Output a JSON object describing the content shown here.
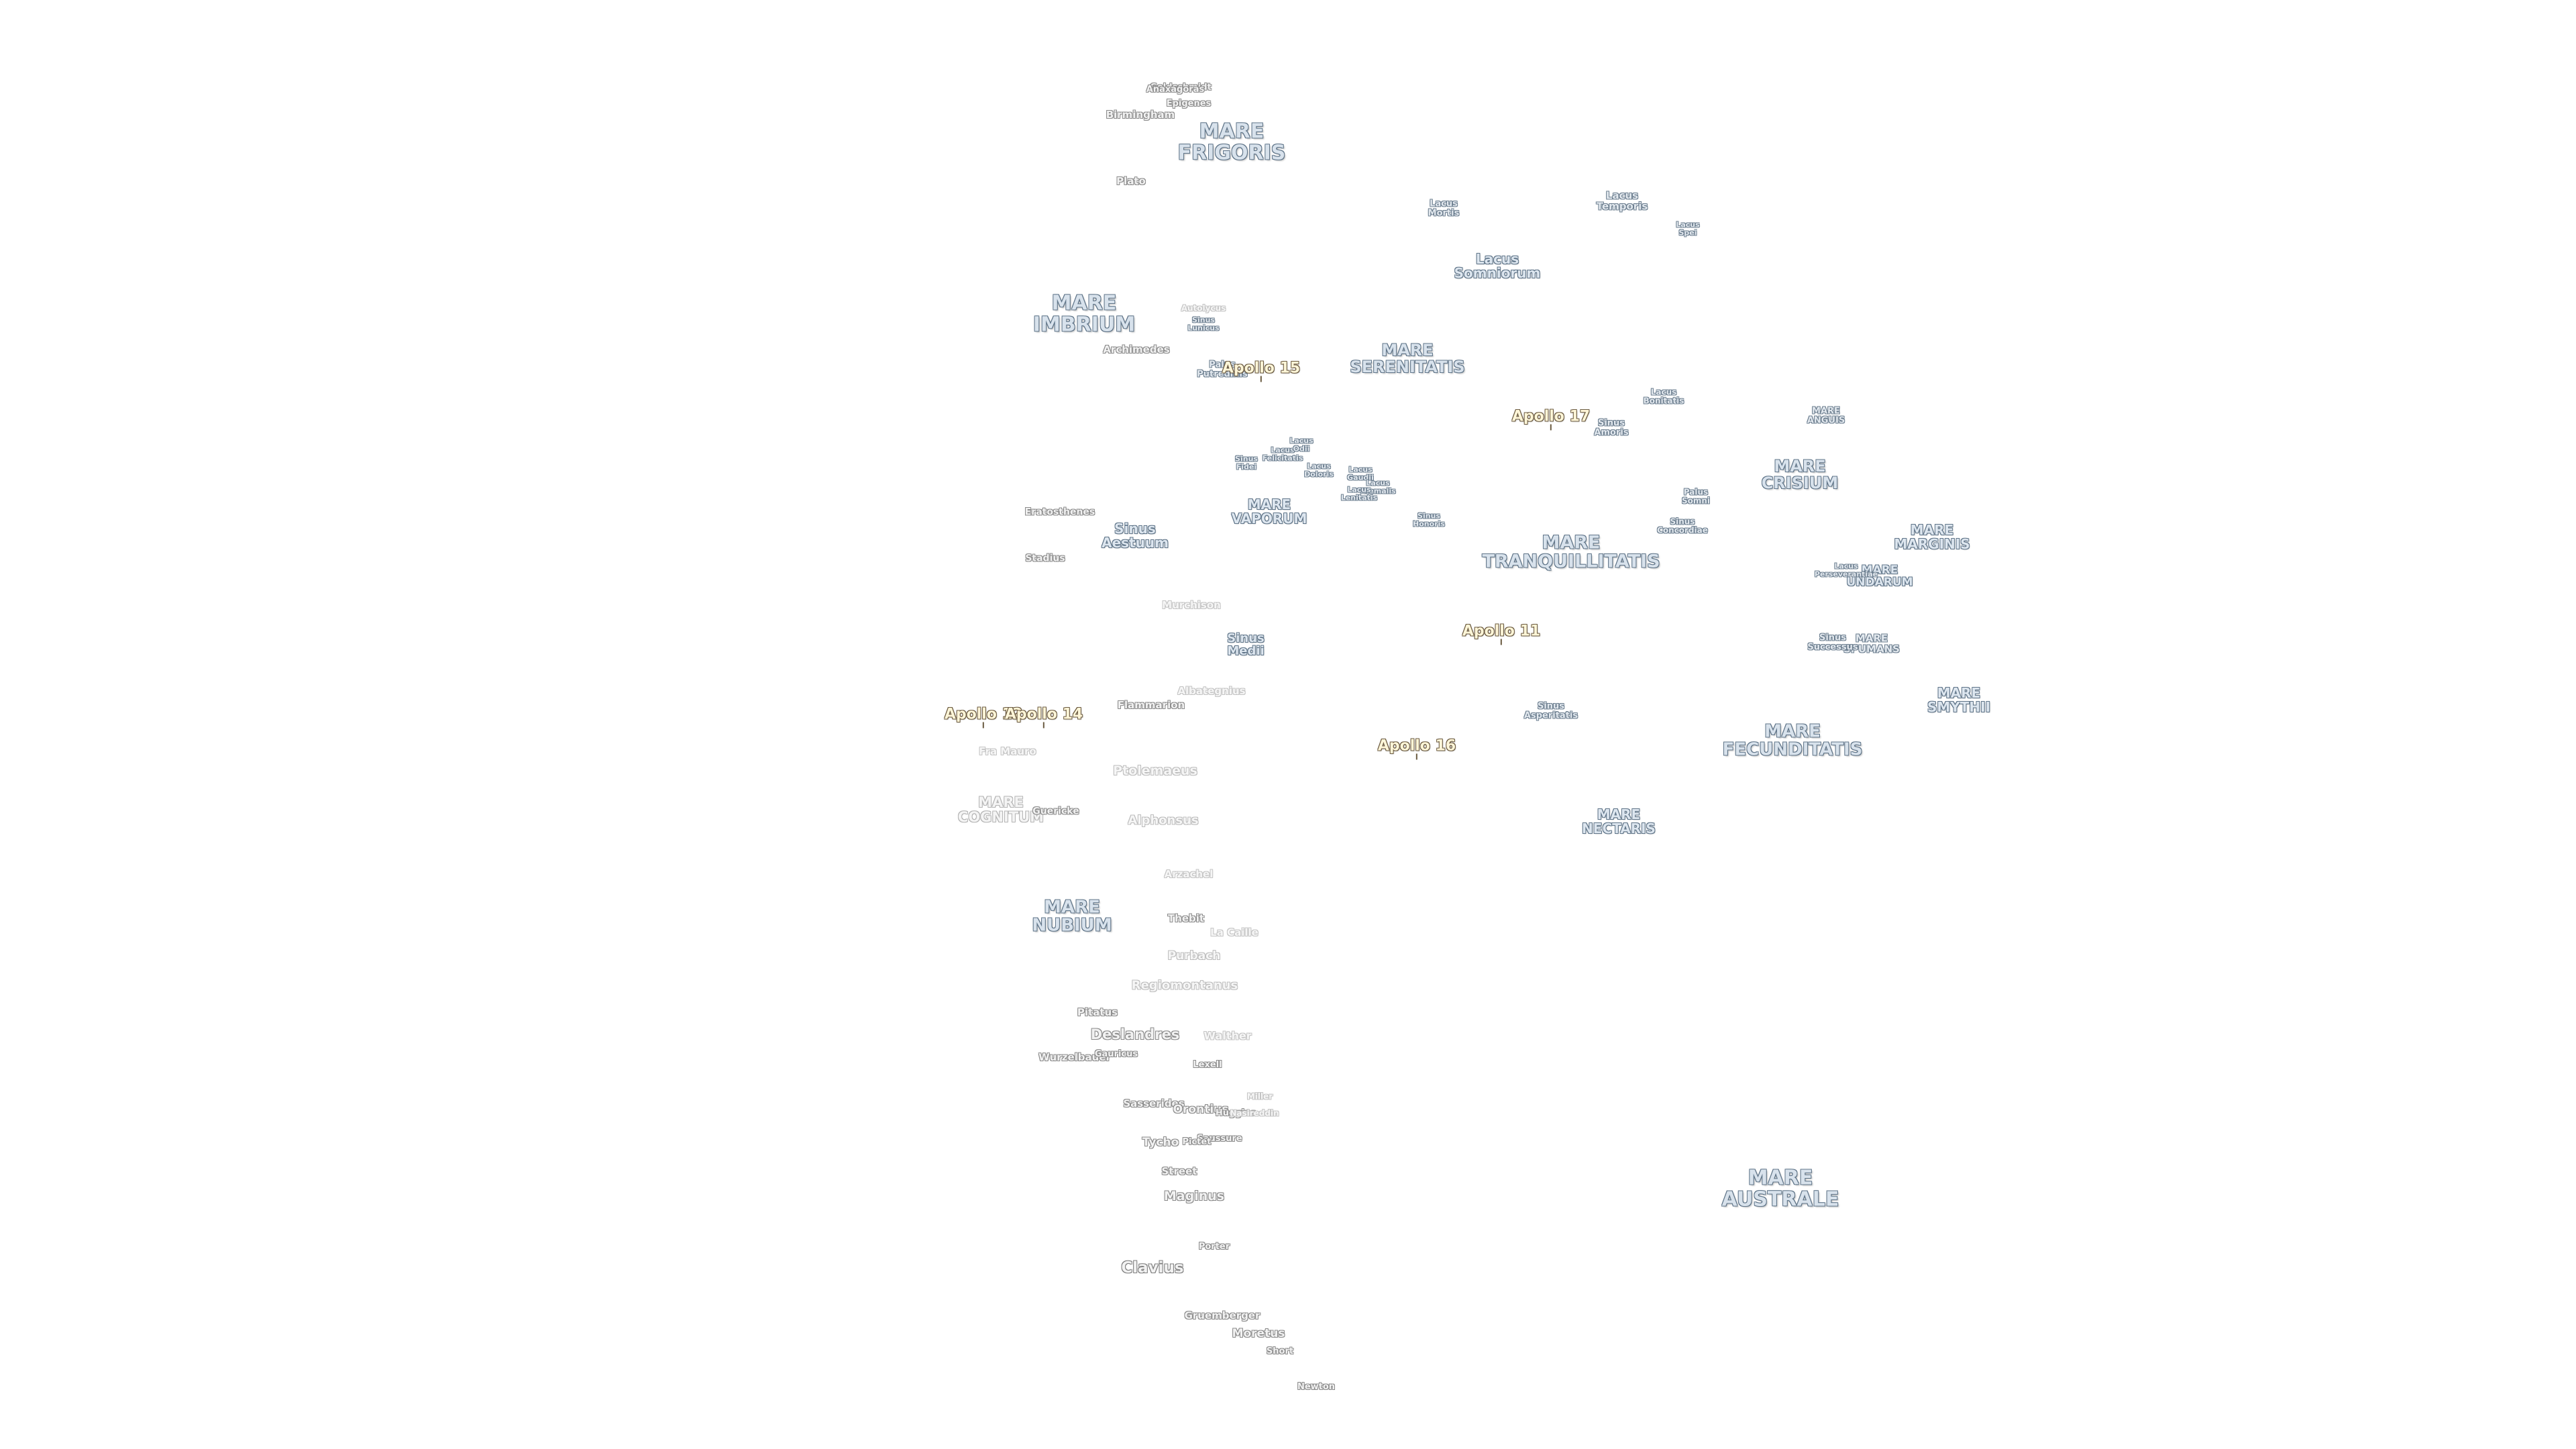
{
  "map": {
    "maria": {
      "frigoris": [
        "MARE",
        "FRIGORIS"
      ],
      "imbrium": [
        "MARE",
        "IMBRIUM"
      ],
      "serenitatis": [
        "MARE",
        "SERENITATIS"
      ],
      "vaporum": [
        "MARE",
        "VAPORUM"
      ],
      "tranquillitatis": [
        "MARE",
        "TRANQUILLITATIS"
      ],
      "crisium": [
        "MARE",
        "CRISIUM"
      ],
      "anguis": [
        "MARE",
        "ANGUIS"
      ],
      "marginis": [
        "MARE",
        "MARGINIS"
      ],
      "undarum": [
        "MARE",
        "UNDARUM"
      ],
      "spumans": [
        "MARE",
        "SPUMANS"
      ],
      "smythii": [
        "MARE",
        "SMYTHII"
      ],
      "fecunditatis": [
        "MARE",
        "FECUNDITATIS"
      ],
      "nectaris": [
        "MARE",
        "NECTARIS"
      ],
      "cognitum": [
        "MARE",
        "COGNITUM"
      ],
      "nubium": [
        "MARE",
        "NUBIUM"
      ],
      "australe": [
        "MARE",
        "AUSTRALE"
      ]
    },
    "features": {
      "lacus_somniorum": [
        "Lacus",
        "Somniorum"
      ],
      "lacus_mortis": [
        "Lacus",
        "Mortis"
      ],
      "lacus_temporis": [
        "Lacus",
        "Temporis"
      ],
      "lacus_spei": [
        "Lacus",
        "Spei"
      ],
      "sinus_lunicus": [
        "Sinus",
        "Lunicus"
      ],
      "palus_putredinis": [
        "Palus",
        "Putredinis"
      ],
      "lacus_bonitatis": [
        "Lacus",
        "Bonitatis"
      ],
      "sinus_amoris": [
        "Sinus",
        "Amoris"
      ],
      "lacus_felicitatis": [
        "Lacus",
        "Felicitatis"
      ],
      "lacus_odii": [
        "Lacus",
        "Odii"
      ],
      "sinus_fidei": [
        "Sinus",
        "Fidei"
      ],
      "lacus_doloris": [
        "Lacus",
        "Doloris"
      ],
      "lacus_gaudii": [
        "Lacus",
        "Gaudii"
      ],
      "lacus_hiemalis": [
        "Lacus",
        "Hiemalis"
      ],
      "lacus_lenitatis": [
        "Lacus",
        "Lenitatis"
      ],
      "palus_somni": [
        "Palus",
        "Somni"
      ],
      "sinus_concordiae": [
        "Sinus",
        "Concordiae"
      ],
      "sinus_honoris": [
        "Sinus",
        "Honoris"
      ],
      "sinus_aestuum": [
        "Sinus",
        "Aestuum"
      ],
      "sinus_medii": [
        "Sinus",
        "Medii"
      ],
      "lacus_perseverantiae": [
        "Lacus",
        "Perseverantiae"
      ],
      "sinus_successus": [
        "Sinus",
        "Successus"
      ],
      "sinus_asperitatis": [
        "Sinus",
        "Asperitatis"
      ]
    },
    "apollo": {
      "a11": "Apollo 11",
      "a12": "Apollo 12",
      "a14": "Apollo 14",
      "a15": "Apollo 15",
      "a16": "Apollo 16",
      "a17": "Apollo 17"
    },
    "craters": {
      "goldschmidt": "Goldschmidt",
      "anaxagoras": "Anaxagoras",
      "epigenes": "Epigenes",
      "birmingham": "Birmingham",
      "plato": "Plato",
      "archimedes": "Archimedes",
      "autolycus": "Autolycus",
      "eratosthenes": "Eratosthenes",
      "stadius": "Stadius",
      "murchison": "Murchison",
      "flammarion": "Flammarion",
      "albategnius": "Albategnius",
      "fra_mauro": "Fra Mauro",
      "ptolemaeus": "Ptolemaeus",
      "guericke": "Guericke",
      "alphonsus": "Alphonsus",
      "arzachel": "Arzachel",
      "thebit": "Thebit",
      "la_caille": "La Caille",
      "purbach": "Purbach",
      "regiomontanus": "Regiomontanus",
      "pitatus": "Pitatus",
      "deslandres": "Deslandres",
      "walther": "Walther",
      "wurzelbauer": "Wurzelbauer",
      "gauricus": "Gauricus",
      "lexell": "Lexell",
      "miller": "Miller",
      "sasserides": "Sasserides",
      "orontius": "Orontius",
      "huggins": "Huggins",
      "nasireddin": "Nasireddin",
      "saussure": "Saussure",
      "tycho": "Tycho",
      "pictet": "Pictet",
      "street": "Street",
      "maginus": "Maginus",
      "porter": "Porter",
      "clavius": "Clavius",
      "gruemberger": "Gruemberger",
      "moretus": "Moretus",
      "short": "Short",
      "newton": "Newton"
    }
  }
}
